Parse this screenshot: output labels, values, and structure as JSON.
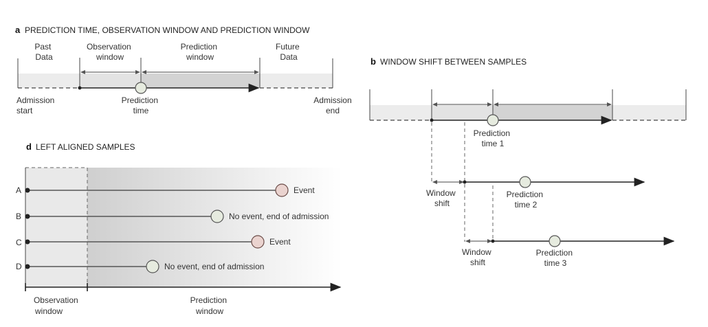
{
  "panel_a": {
    "letter": "a",
    "title": "PREDICTION TIME, OBSERVATION WINDOW AND PREDICTION WINDOW",
    "past_data": [
      "Past",
      "Data"
    ],
    "observation_window": [
      "Observation",
      "window"
    ],
    "prediction_window": [
      "Prediction",
      "window"
    ],
    "future_data": [
      "Future",
      "Data"
    ],
    "admission_start": [
      "Admission",
      "start"
    ],
    "prediction_time": [
      "Prediction",
      "time"
    ],
    "admission_end": [
      "Admission",
      "end"
    ]
  },
  "panel_b": {
    "letter": "b",
    "title": "WINDOW SHIFT BETWEEN SAMPLES",
    "prediction_time_1": [
      "Prediction",
      "time 1"
    ],
    "prediction_time_2": [
      "Prediction",
      "time 2"
    ],
    "prediction_time_3": [
      "Prediction",
      "time 3"
    ],
    "window_shift_1": [
      "Window",
      "shift"
    ],
    "window_shift_2": [
      "Window",
      "shift"
    ]
  },
  "panel_d": {
    "letter": "d",
    "title": "LEFT ALIGNED SAMPLES",
    "samples": [
      {
        "id": "A",
        "outcome": "Event"
      },
      {
        "id": "B",
        "outcome": "No event, end of admission"
      },
      {
        "id": "C",
        "outcome": "Event"
      },
      {
        "id": "D",
        "outcome": "No event, end of admission"
      }
    ],
    "observation_window": [
      "Observation",
      "window"
    ],
    "prediction_window": [
      "Prediction",
      "window"
    ]
  },
  "colors": {
    "event": "#ead3cf",
    "no_event": "#e6ebdf",
    "observation_fill": "#e3e3e3",
    "prediction_fill": "#d2d2d2"
  }
}
